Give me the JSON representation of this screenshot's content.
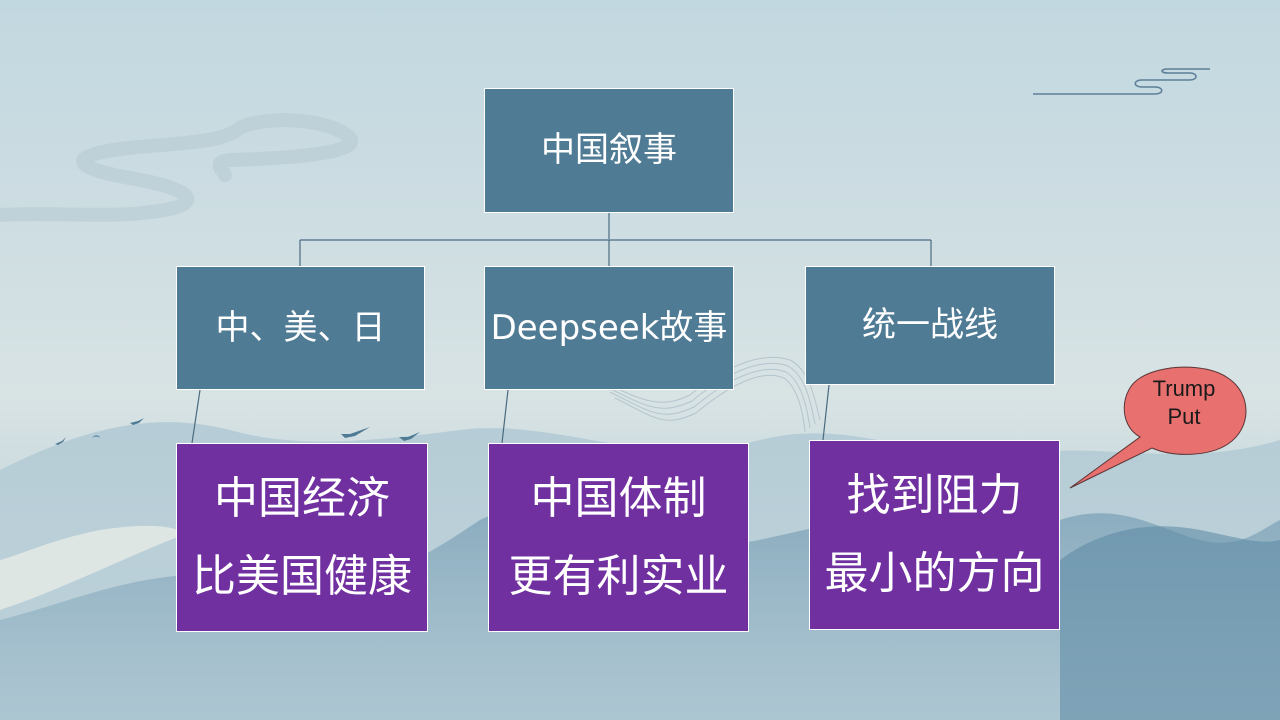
{
  "slide": {
    "colors": {
      "node_primary": "#4f7b95",
      "node_secondary": "#7030a0",
      "node_border": "#ffffff",
      "connector": "#4a6b80",
      "bubble_fill": "#e8706f",
      "bubble_stroke": "#5a3535"
    }
  },
  "diagram": {
    "root": {
      "label": "中国叙事"
    },
    "branches": [
      {
        "label": "中、美、日",
        "child": {
          "lines": [
            "中国经济",
            "比美国健康"
          ]
        }
      },
      {
        "label": "Deepseek故事",
        "child": {
          "lines": [
            "中国体制",
            "更有利实业"
          ]
        }
      },
      {
        "label": "统一战线",
        "child": {
          "lines": [
            "找到阻力",
            "最小的方向"
          ]
        }
      }
    ]
  },
  "callout": {
    "lines": [
      "Trump",
      "Put"
    ]
  }
}
